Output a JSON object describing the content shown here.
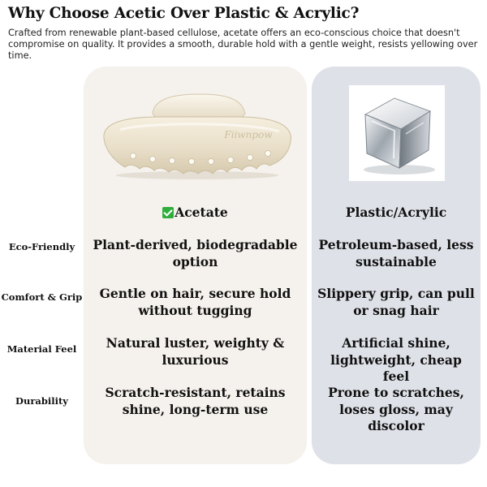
{
  "header": {
    "title": "Why Choose Acetic Over Plastic & Acrylic?",
    "description": "Crafted from renewable plant-based cellulose, acetate offers an eco-conscious choice that doesn't compromise on quality. It provides a smooth, durable hold with a gentle weight, resists yellowing over time."
  },
  "columns": {
    "acetate": {
      "label": "Acetate",
      "icon": "check-mark-icon",
      "image": "hair-claw-clip",
      "brand_mark": "Fiiwnpow"
    },
    "plastic": {
      "label": "Plastic/Acrylic",
      "image": "acrylic-cube"
    }
  },
  "rows": [
    {
      "label": "Eco-Friendly",
      "acetate": "Plant-derived, biodegradable option",
      "plastic": "Petroleum-based, less sustainable"
    },
    {
      "label": "Comfort & Grip",
      "acetate": "Gentle on hair, secure hold without tugging",
      "plastic": "Slippery grip, can pull or snag hair"
    },
    {
      "label": "Material Feel",
      "acetate": "Natural luster, weighty & luxurious",
      "plastic": "Artificial shine, lightweight, cheap feel"
    },
    {
      "label": "Durability",
      "acetate": "Scratch-resistant, retains shine, long-term use",
      "plastic": "Prone to scratches, loses gloss, may discolor"
    }
  ],
  "colors": {
    "acetate_card": "#f5f1ec",
    "plastic_card": "#dee1e7",
    "check_green": "#2fae3d",
    "clip_cream": "#e9dfc9"
  }
}
